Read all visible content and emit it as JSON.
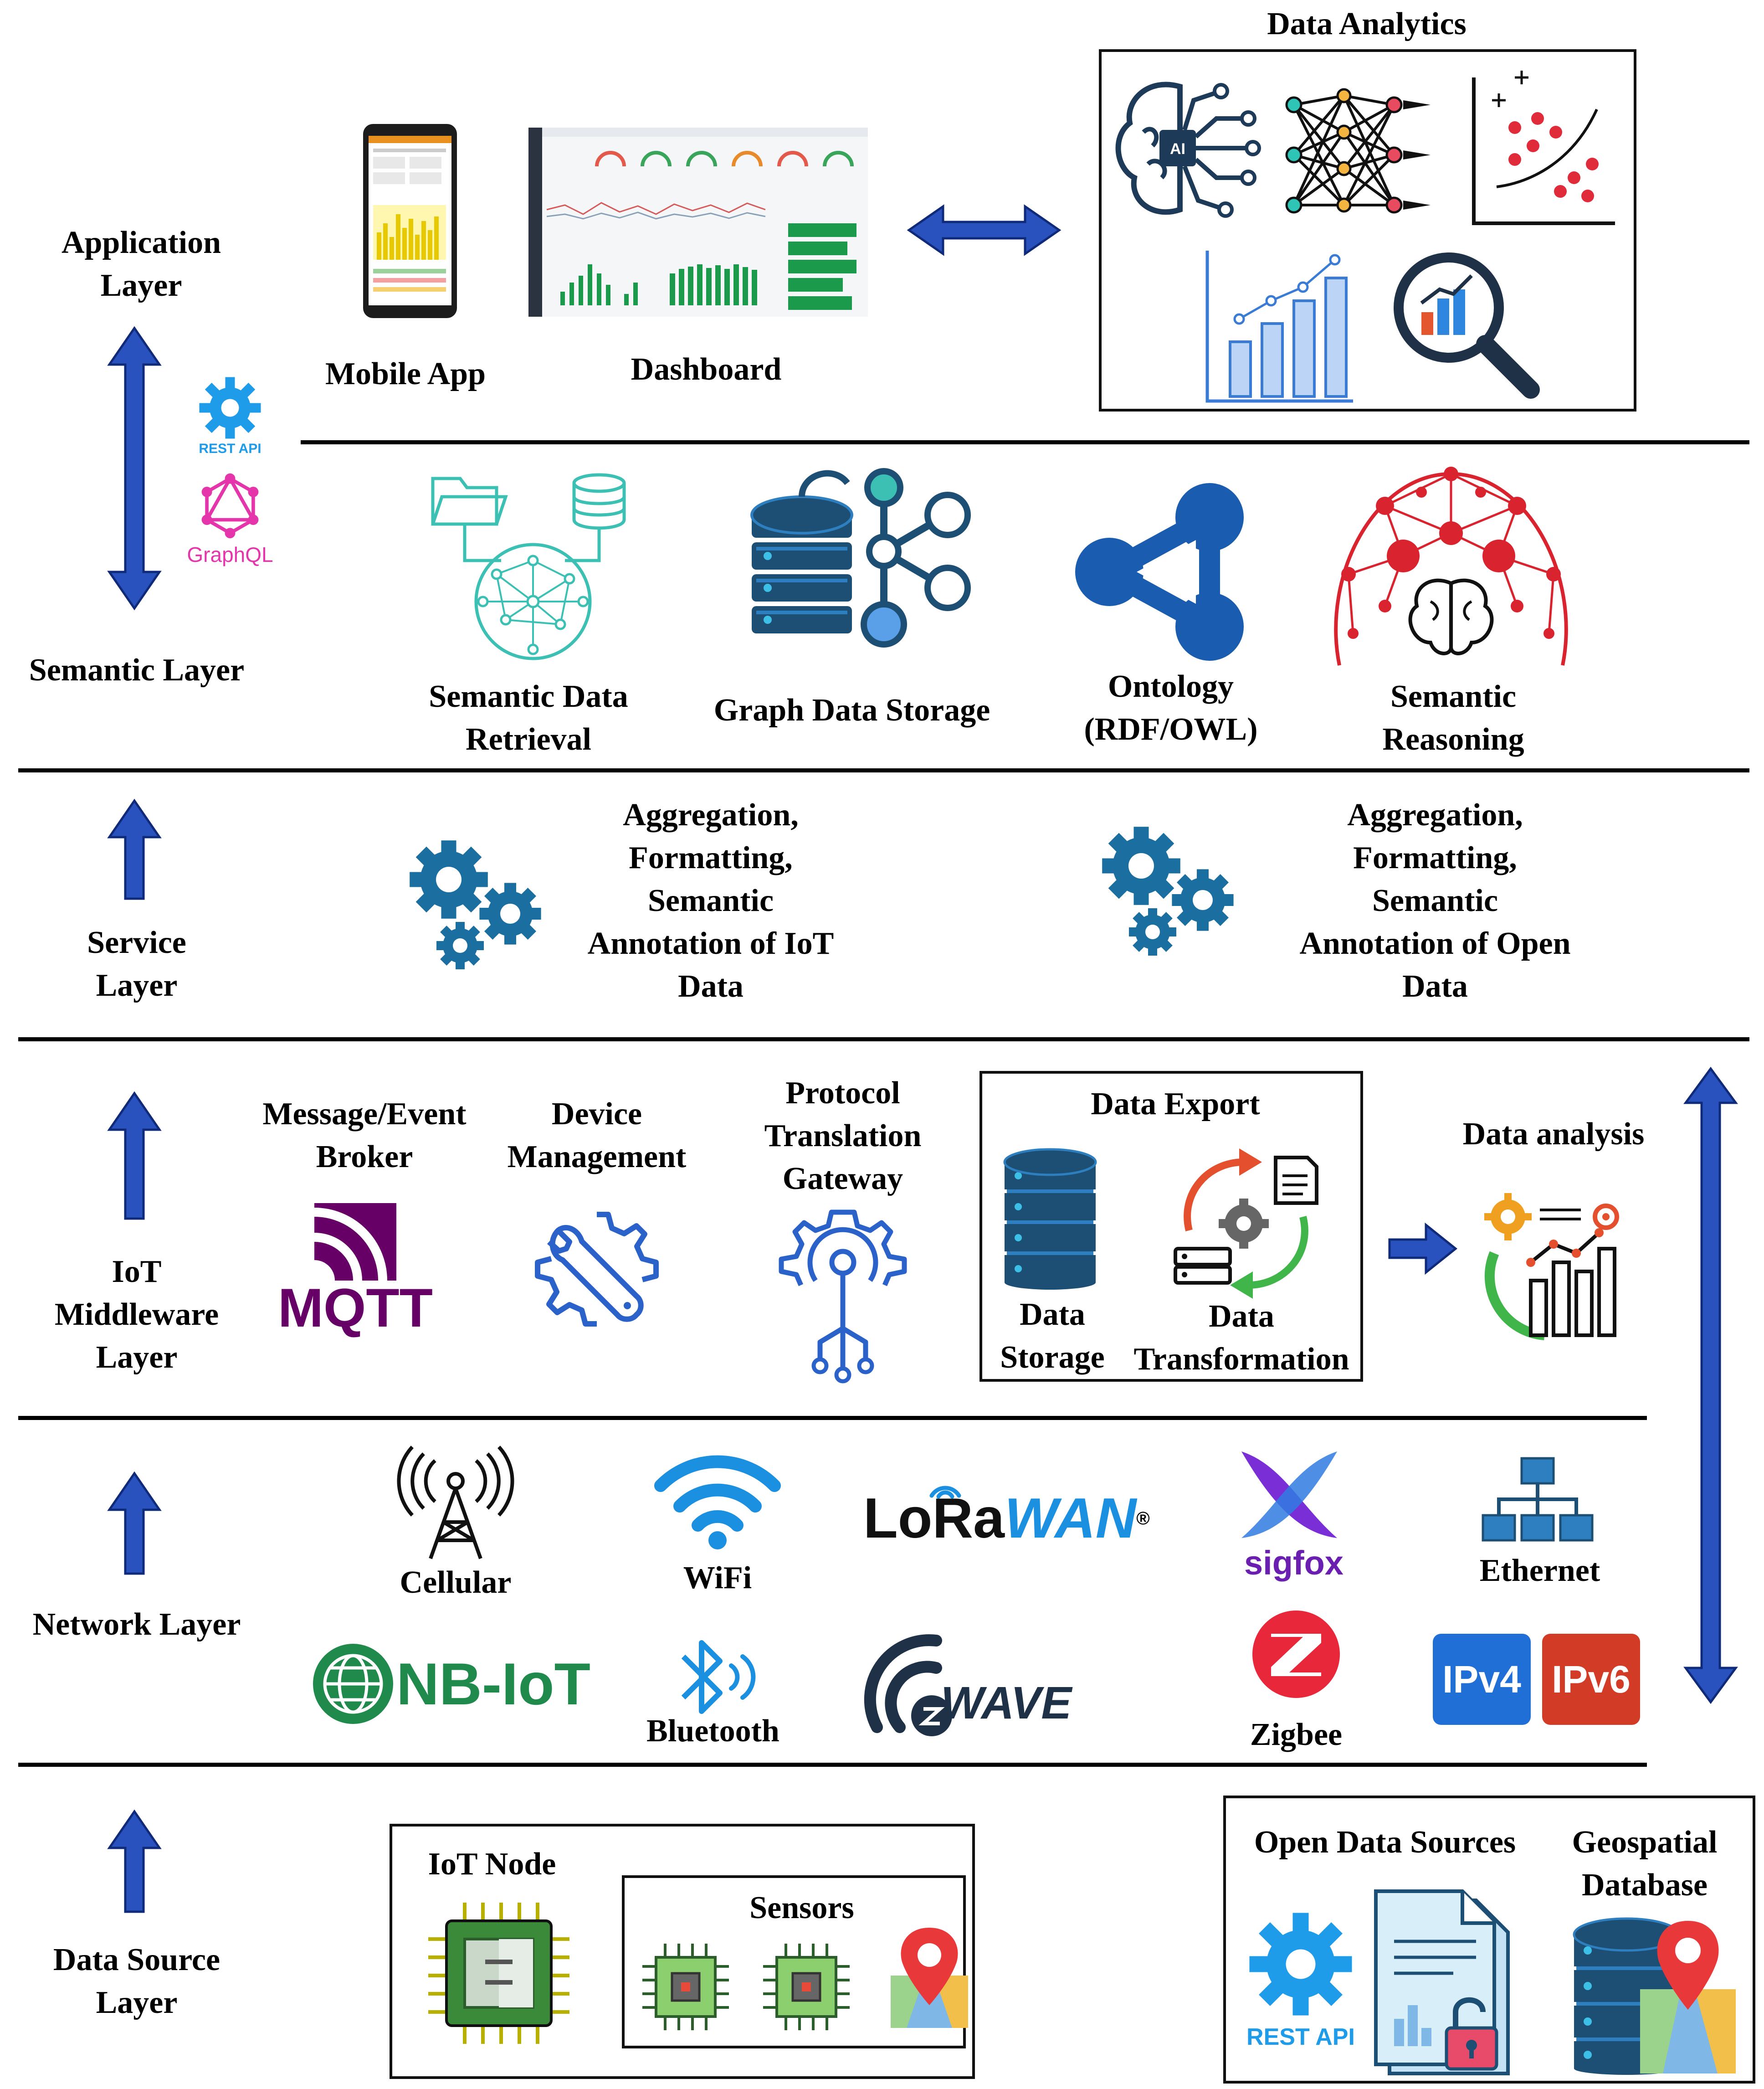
{
  "layers": {
    "application": "Application\nLayer",
    "semantic": "Semantic Layer",
    "service": "Service\nLayer",
    "middleware": "IoT\nMiddleware\nLayer",
    "network": "Network Layer",
    "data_source": "Data Source\nLayer"
  },
  "application": {
    "mobile_app": "Mobile App",
    "dashboard": "Dashboard",
    "data_analytics": "Data Analytics",
    "rest_api": "REST API",
    "graphql": "GraphQL",
    "ai_chip": "AI"
  },
  "semantic": {
    "retrieval": "Semantic Data\nRetrieval",
    "graph_storage": "Graph Data Storage",
    "ontology": "Ontology\n(RDF/OWL)",
    "reasoning": "Semantic\nReasoning"
  },
  "service": {
    "iot_annotation": "Aggregation,\nFormatting,\nSemantic\nAnnotation of IoT\nData",
    "open_annotation": "Aggregation,\nFormatting,\nSemantic\nAnnotation of Open\nData"
  },
  "middleware": {
    "broker": "Message/Event\nBroker",
    "mqtt": "MQTT",
    "device_mgmt": "Device\nManagement",
    "protocol_gateway": "Protocol\nTranslation\nGateway",
    "data_export": "Data Export",
    "data_storage": "Data\nStorage",
    "data_transformation": "Data\nTransformation",
    "data_analysis": "Data analysis"
  },
  "network": {
    "cellular": "Cellular",
    "wifi": "WiFi",
    "lorawan_a": "LoRa",
    "lorawan_b": "WAN",
    "reg": "®",
    "sigfox": "sigfox",
    "ethernet": "Ethernet",
    "nbiot": "NB-IoT",
    "bluetooth": "Bluetooth",
    "zwave": "WAVE",
    "zigbee": "Zigbee",
    "ipv4": "IPv4",
    "ipv6": "IPv6"
  },
  "data_source": {
    "iot_node": "IoT Node",
    "sensors": "Sensors",
    "open_data": "Open Data Sources",
    "geospatial": "Geospatial\nDatabase",
    "rest_api": "REST API"
  },
  "colors": {
    "arrow_blue": "#2a52be",
    "service_gear": "#1a6fa0",
    "teal": "#3cc0b4",
    "semantic_red": "#d9232e",
    "mqtt_purple": "#660066",
    "ipv4": "#1f6fd6",
    "ipv6": "#d23b26"
  }
}
